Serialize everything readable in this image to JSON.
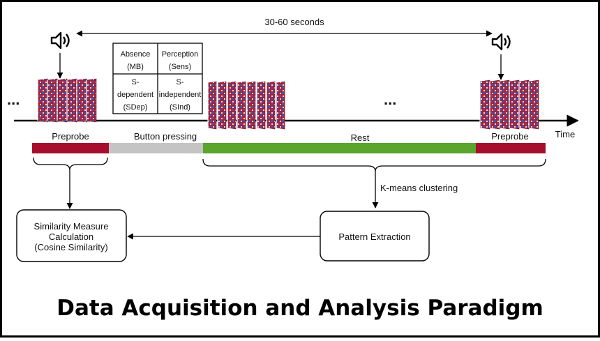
{
  "timing": {
    "label": "30-60 seconds"
  },
  "timeline": {
    "left_ellipsis": "...",
    "mid_ellipsis": "...",
    "axis_label": "Time"
  },
  "categories": [
    {
      "line1": "Absence",
      "line2": "(MB)"
    },
    {
      "line1": "Perception",
      "line2": "(Sens)"
    },
    {
      "line1": "S-",
      "line2": "dependent",
      "line3": "(SDep)"
    },
    {
      "line1": "S-",
      "line2": "independent",
      "line3": "(SInd)"
    }
  ],
  "phases": [
    {
      "label": "Preprobe",
      "color": "#a50f2d"
    },
    {
      "label": "Button pressing",
      "color": "#c4c4c4"
    },
    {
      "label": "Rest",
      "color": "#5aa52c"
    },
    {
      "label": "Preprobe",
      "color": "#a50f2d"
    }
  ],
  "analysis": {
    "clustering_label": "K-means clustering",
    "pattern_box": "Pattern Extraction",
    "similarity_box": {
      "line1": "Similarity Measure",
      "line2": "Calculation",
      "line3": "(Cosine Similarity)"
    }
  },
  "caption": "Data Acquisition and Analysis Paradigm",
  "colors": {
    "frame": "#000000",
    "brain_red": "#b01e2e",
    "brain_blue": "#3a55b0"
  },
  "icons": {
    "speaker": "speaker-icon",
    "brain_stack": "brain-map-stack-icon"
  }
}
